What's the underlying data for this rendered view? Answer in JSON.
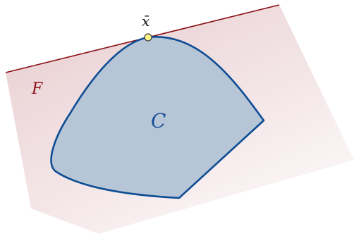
{
  "labels": {
    "halfspace": "F",
    "set": "C",
    "point": "x̄"
  },
  "colors": {
    "halfspace_fill": "#e7c9cb",
    "halfspace_line": "#8b0f14",
    "halfspace_label": "#8b0f14",
    "set_fill": "#b7c6d6",
    "set_stroke": "#0d4c94",
    "set_label": "#1b4f9a",
    "point_fill": "#fdf58a",
    "point_stroke": "#3b3b3b"
  },
  "icons": {
    "point": "filled-circle-marker"
  }
}
